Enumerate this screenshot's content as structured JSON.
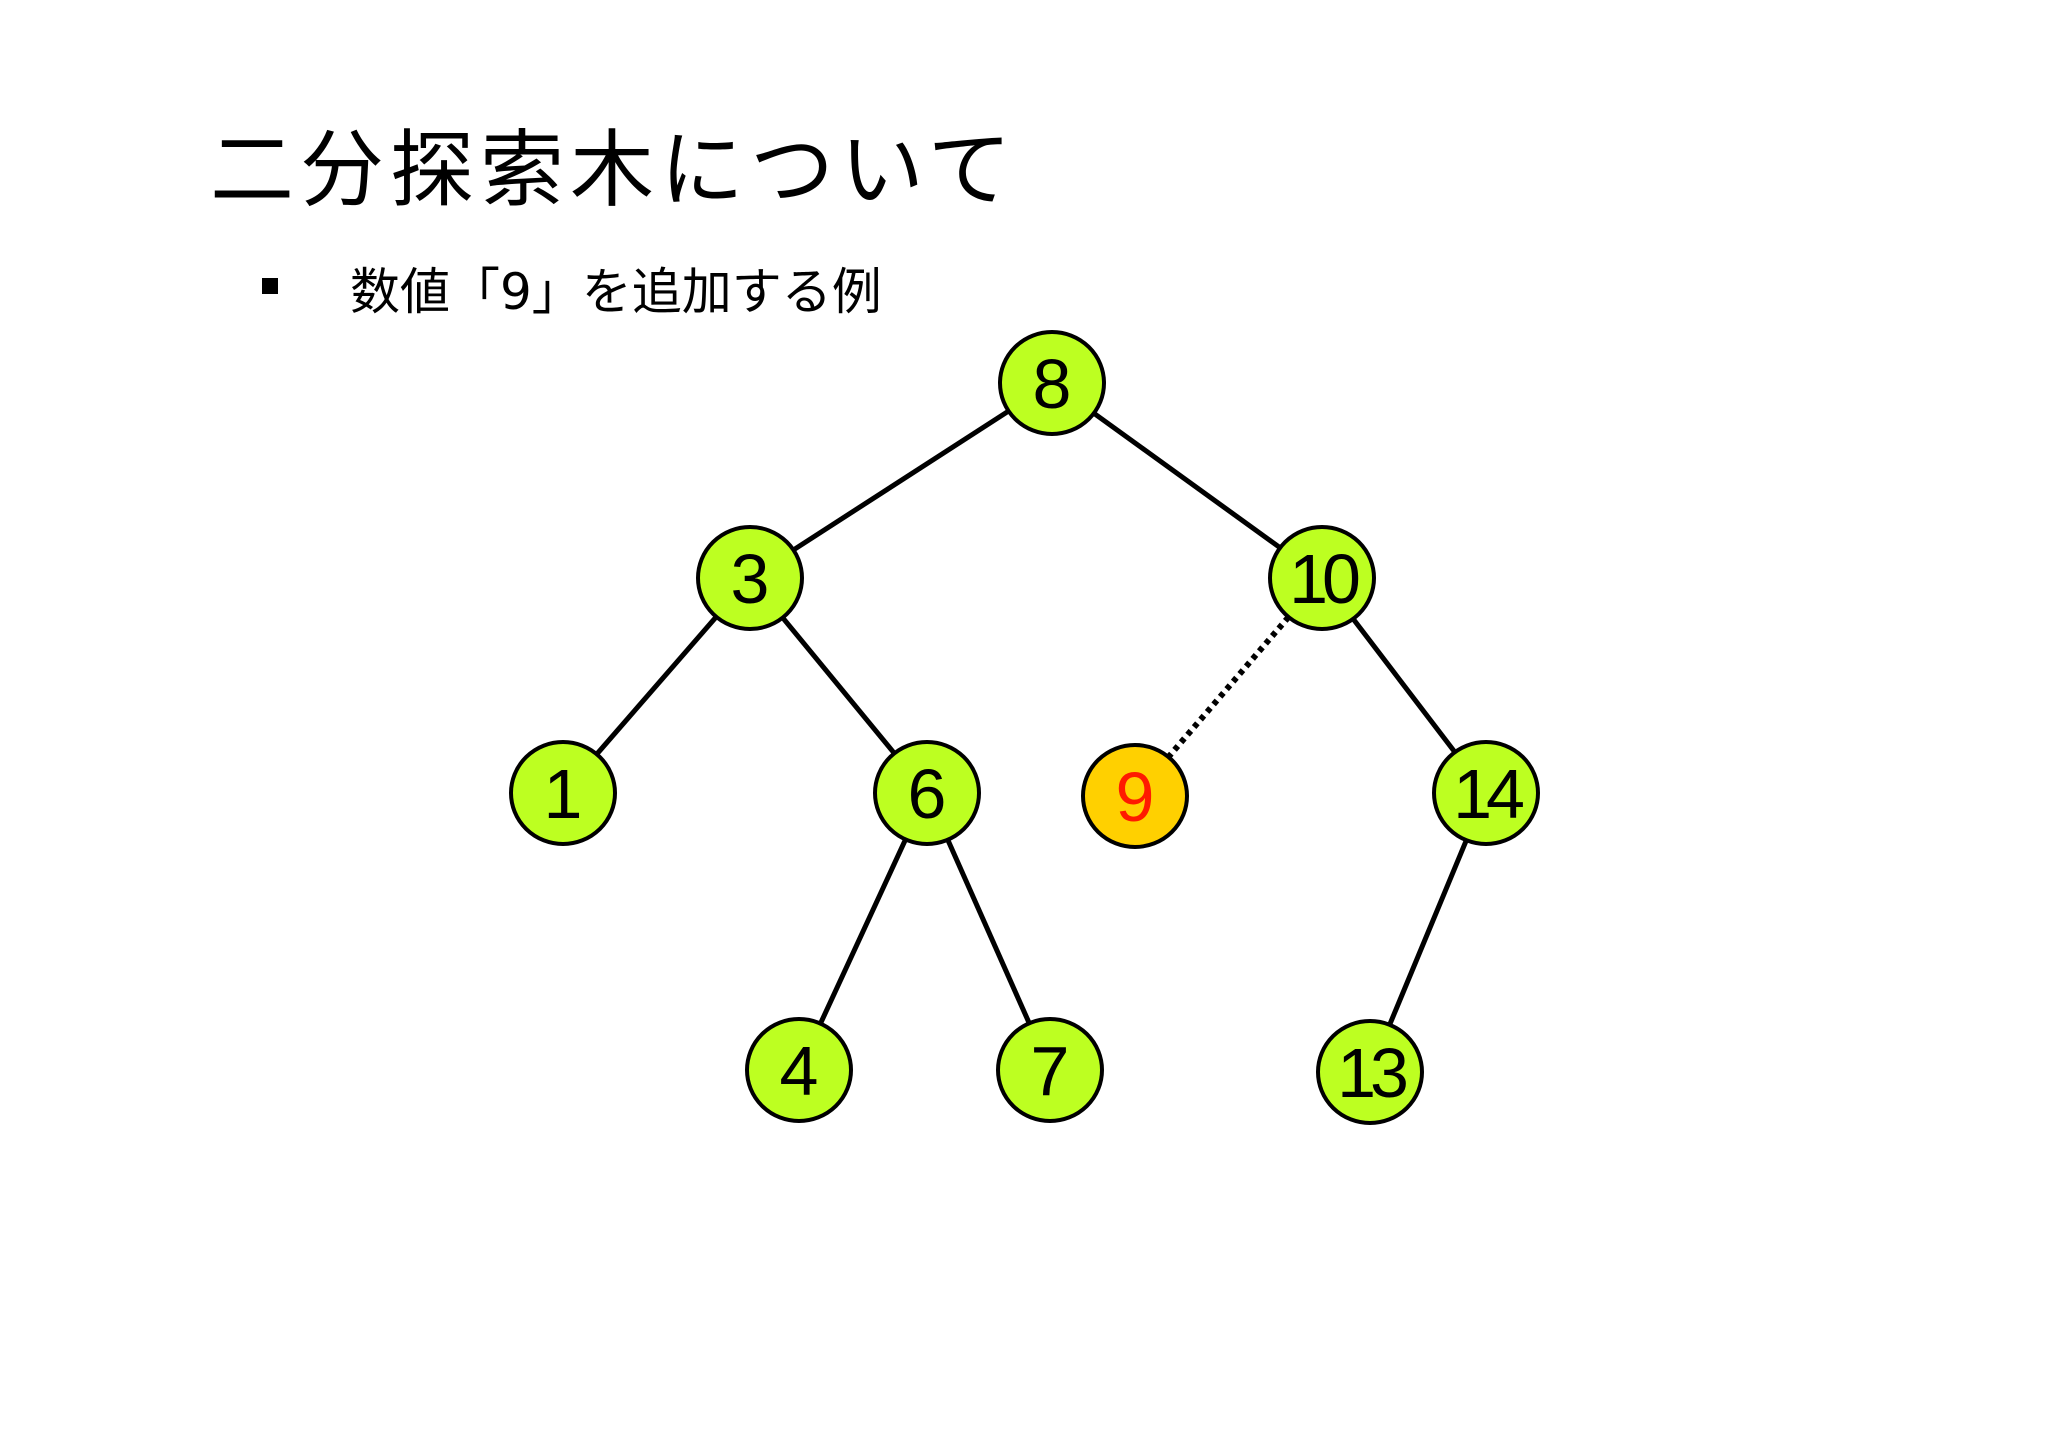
{
  "slide": {
    "title": "二分探索木について",
    "bullet": "数値「9」を追加する例"
  },
  "colors": {
    "node_fill": "#BDFF21",
    "new_node_fill": "#FFD000",
    "new_node_text": "#FF1A00",
    "edge": "#000000"
  },
  "tree": {
    "nodes": [
      {
        "id": "n8",
        "label": "8",
        "kind": "existing"
      },
      {
        "id": "n3",
        "label": "3",
        "kind": "existing"
      },
      {
        "id": "n10",
        "label": "10",
        "kind": "existing"
      },
      {
        "id": "n1",
        "label": "1",
        "kind": "existing"
      },
      {
        "id": "n6",
        "label": "6",
        "kind": "existing"
      },
      {
        "id": "n9",
        "label": "9",
        "kind": "new"
      },
      {
        "id": "n14",
        "label": "14",
        "kind": "existing"
      },
      {
        "id": "n4",
        "label": "4",
        "kind": "existing"
      },
      {
        "id": "n7",
        "label": "7",
        "kind": "existing"
      },
      {
        "id": "n13",
        "label": "13",
        "kind": "existing"
      }
    ],
    "edges": [
      {
        "from": "n8",
        "to": "n3",
        "style": "solid"
      },
      {
        "from": "n8",
        "to": "n10",
        "style": "solid"
      },
      {
        "from": "n3",
        "to": "n1",
        "style": "solid"
      },
      {
        "from": "n3",
        "to": "n6",
        "style": "solid"
      },
      {
        "from": "n6",
        "to": "n4",
        "style": "solid"
      },
      {
        "from": "n6",
        "to": "n7",
        "style": "solid"
      },
      {
        "from": "n10",
        "to": "n9",
        "style": "dotted"
      },
      {
        "from": "n10",
        "to": "n14",
        "style": "solid"
      },
      {
        "from": "n14",
        "to": "n13",
        "style": "solid"
      }
    ]
  }
}
